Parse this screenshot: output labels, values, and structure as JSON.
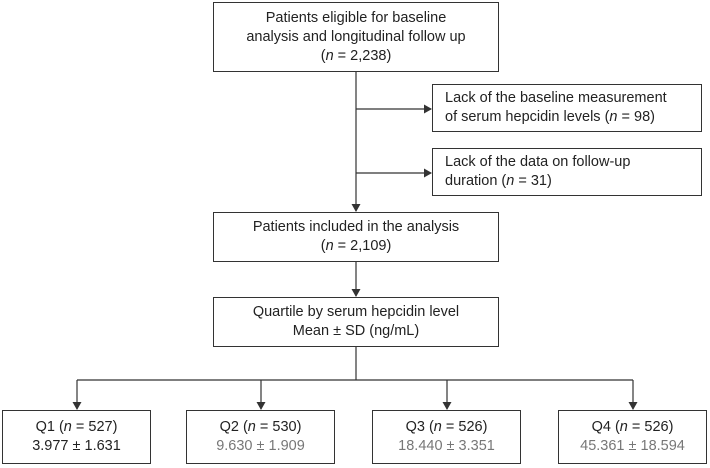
{
  "boxes": {
    "eligible": {
      "line1": "Patients eligible for baseline",
      "line2": "analysis and longitudinal follow up",
      "n_label": "n",
      "n_value": " = 2,238)"
    },
    "excl1": {
      "line1": "Lack of the baseline measurement",
      "line2": "of serum hepcidin levels (",
      "n_label": "n",
      "n_value": " = 98)"
    },
    "excl2": {
      "line1": "Lack of the data on follow-up",
      "line2": "duration (",
      "n_label": "n",
      "n_value": " = 31)"
    },
    "included": {
      "line1": "Patients included in the analysis",
      "n_label": "n",
      "n_value": " = 2,109)"
    },
    "quartile": {
      "line1": "Quartile by serum hepcidin level",
      "line2": "Mean ± SD (ng/mL)"
    },
    "q1": {
      "label": "Q1 (",
      "n_label": "n",
      "n_value": " = 527)",
      "value": "3.977 ± 1.631"
    },
    "q2": {
      "label": "Q2 (",
      "n_label": "n",
      "n_value": " = 530)",
      "value": "9.630 ± 1.909"
    },
    "q3": {
      "label": "Q3 (",
      "n_label": "n",
      "n_value": " = 526)",
      "value": "18.440 ± 3.351"
    },
    "q4": {
      "label": "Q4 (",
      "n_label": "n",
      "n_value": " = 526)",
      "value": "45.361 ± 18.594"
    }
  },
  "colors": {
    "line": "#333333",
    "value_grey": "#777777"
  }
}
